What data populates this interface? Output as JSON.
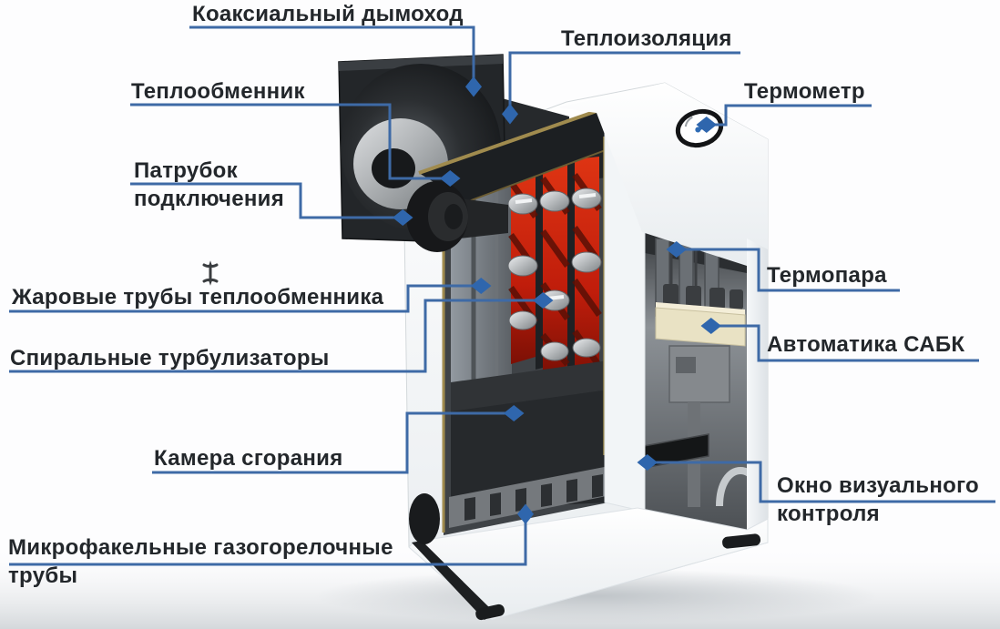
{
  "diagram": {
    "subject": "Gas boiler cutaway diagram",
    "labels": [
      {
        "id": "coaxial-chimney",
        "text": "Коаксиальный дымоход"
      },
      {
        "id": "thermal-insulation",
        "text": "Теплоизоляция"
      },
      {
        "id": "heat-exchanger",
        "text": "Теплообменник"
      },
      {
        "id": "thermometer",
        "text": "Термометр"
      },
      {
        "id": "connection-pipe",
        "text": "Патрубок\nподключения"
      },
      {
        "id": "thermocouple",
        "text": "Термопара"
      },
      {
        "id": "fire-tubes",
        "text": "Жаровые трубы теплообменника"
      },
      {
        "id": "sabk-automation",
        "text": "Автоматика САБК"
      },
      {
        "id": "spiral-turbulators",
        "text": "Спиральные турбулизаторы"
      },
      {
        "id": "combustion-chamber",
        "text": "Камера сгорания"
      },
      {
        "id": "visual-control-window",
        "text": "Окно визуального\nконтроля"
      },
      {
        "id": "micro-torch-tubes",
        "text": "Микрофакельные газогорелочные\nтрубы"
      }
    ],
    "icons": {
      "thermometer_gauge_icon": "analog round dial on boiler top",
      "text_cursor_icon": "I-beam mouse text cursor"
    },
    "colors": {
      "callout_line": "#3e6aa6",
      "label_text": "#23272b",
      "tube_red": "#c8200f",
      "automation_cream": "#ece4c6",
      "casing_white": "#f4f6f8",
      "dark_metal": "#222528",
      "brass_insulation_edge": "#a08b4e"
    }
  }
}
